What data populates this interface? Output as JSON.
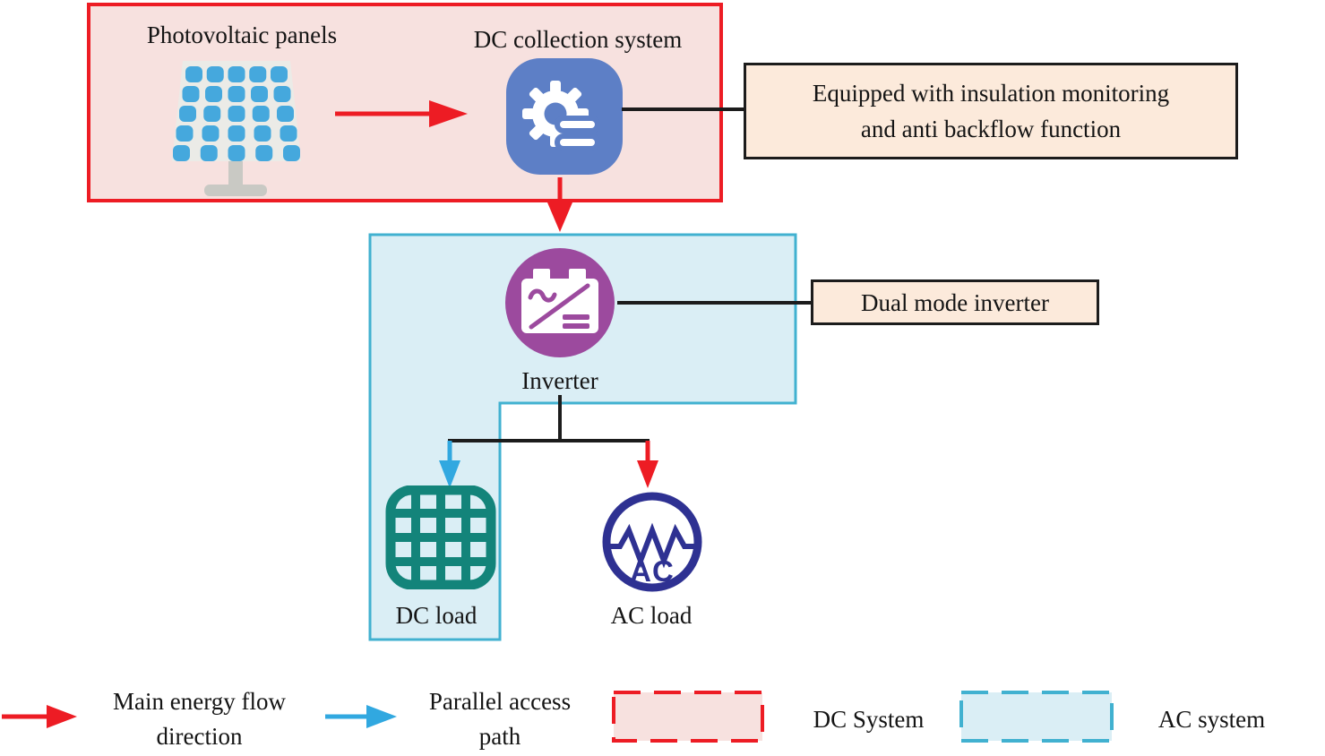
{
  "colors": {
    "red": "#ed1c24",
    "blue_arrow": "#31a8e0",
    "cyan_border": "#41b1d0",
    "ac_fill": "#daeef5",
    "dc_fill": "#f7e1df",
    "note_fill": "#fceadb",
    "note_border": "#1c1c1c",
    "line_black": "#1c1c1c",
    "gear_blue": "#5d7fc6",
    "inverter_purple": "#9c4a9e",
    "dc_load_teal": "#13847a",
    "ac_load_navy": "#2e3192",
    "panel_blue": "#45a8dd",
    "panel_gray": "#ebebe7",
    "stand_gray": "#c9c9c4",
    "text": "#141414"
  },
  "dc_region": {
    "pv_label": "Photovoltaic panels",
    "dc_collection_label": "DC collection system"
  },
  "notes": {
    "insulation_line1": "Equipped with insulation monitoring",
    "insulation_line2": "and anti backflow function",
    "dual_mode_label": "Dual mode inverter"
  },
  "ac_region": {
    "inverter_label": "Inverter",
    "dc_load_label": "DC load",
    "ac_load_label": "AC load",
    "ac_icon_text": "AC"
  },
  "legend": {
    "main_flow_line1": "Main energy flow",
    "main_flow_line2": "direction",
    "parallel_line1": "Parallel access",
    "parallel_line2": "path",
    "dc_system_label": "DC System",
    "ac_system_label": "AC system"
  },
  "icons": {
    "solar_panel": "photovoltaic-panel-icon",
    "gear": "gear-icon",
    "inverter": "inverter-battery-icon",
    "dc_load": "grid-load-icon",
    "ac_load": "ac-wave-icon"
  }
}
